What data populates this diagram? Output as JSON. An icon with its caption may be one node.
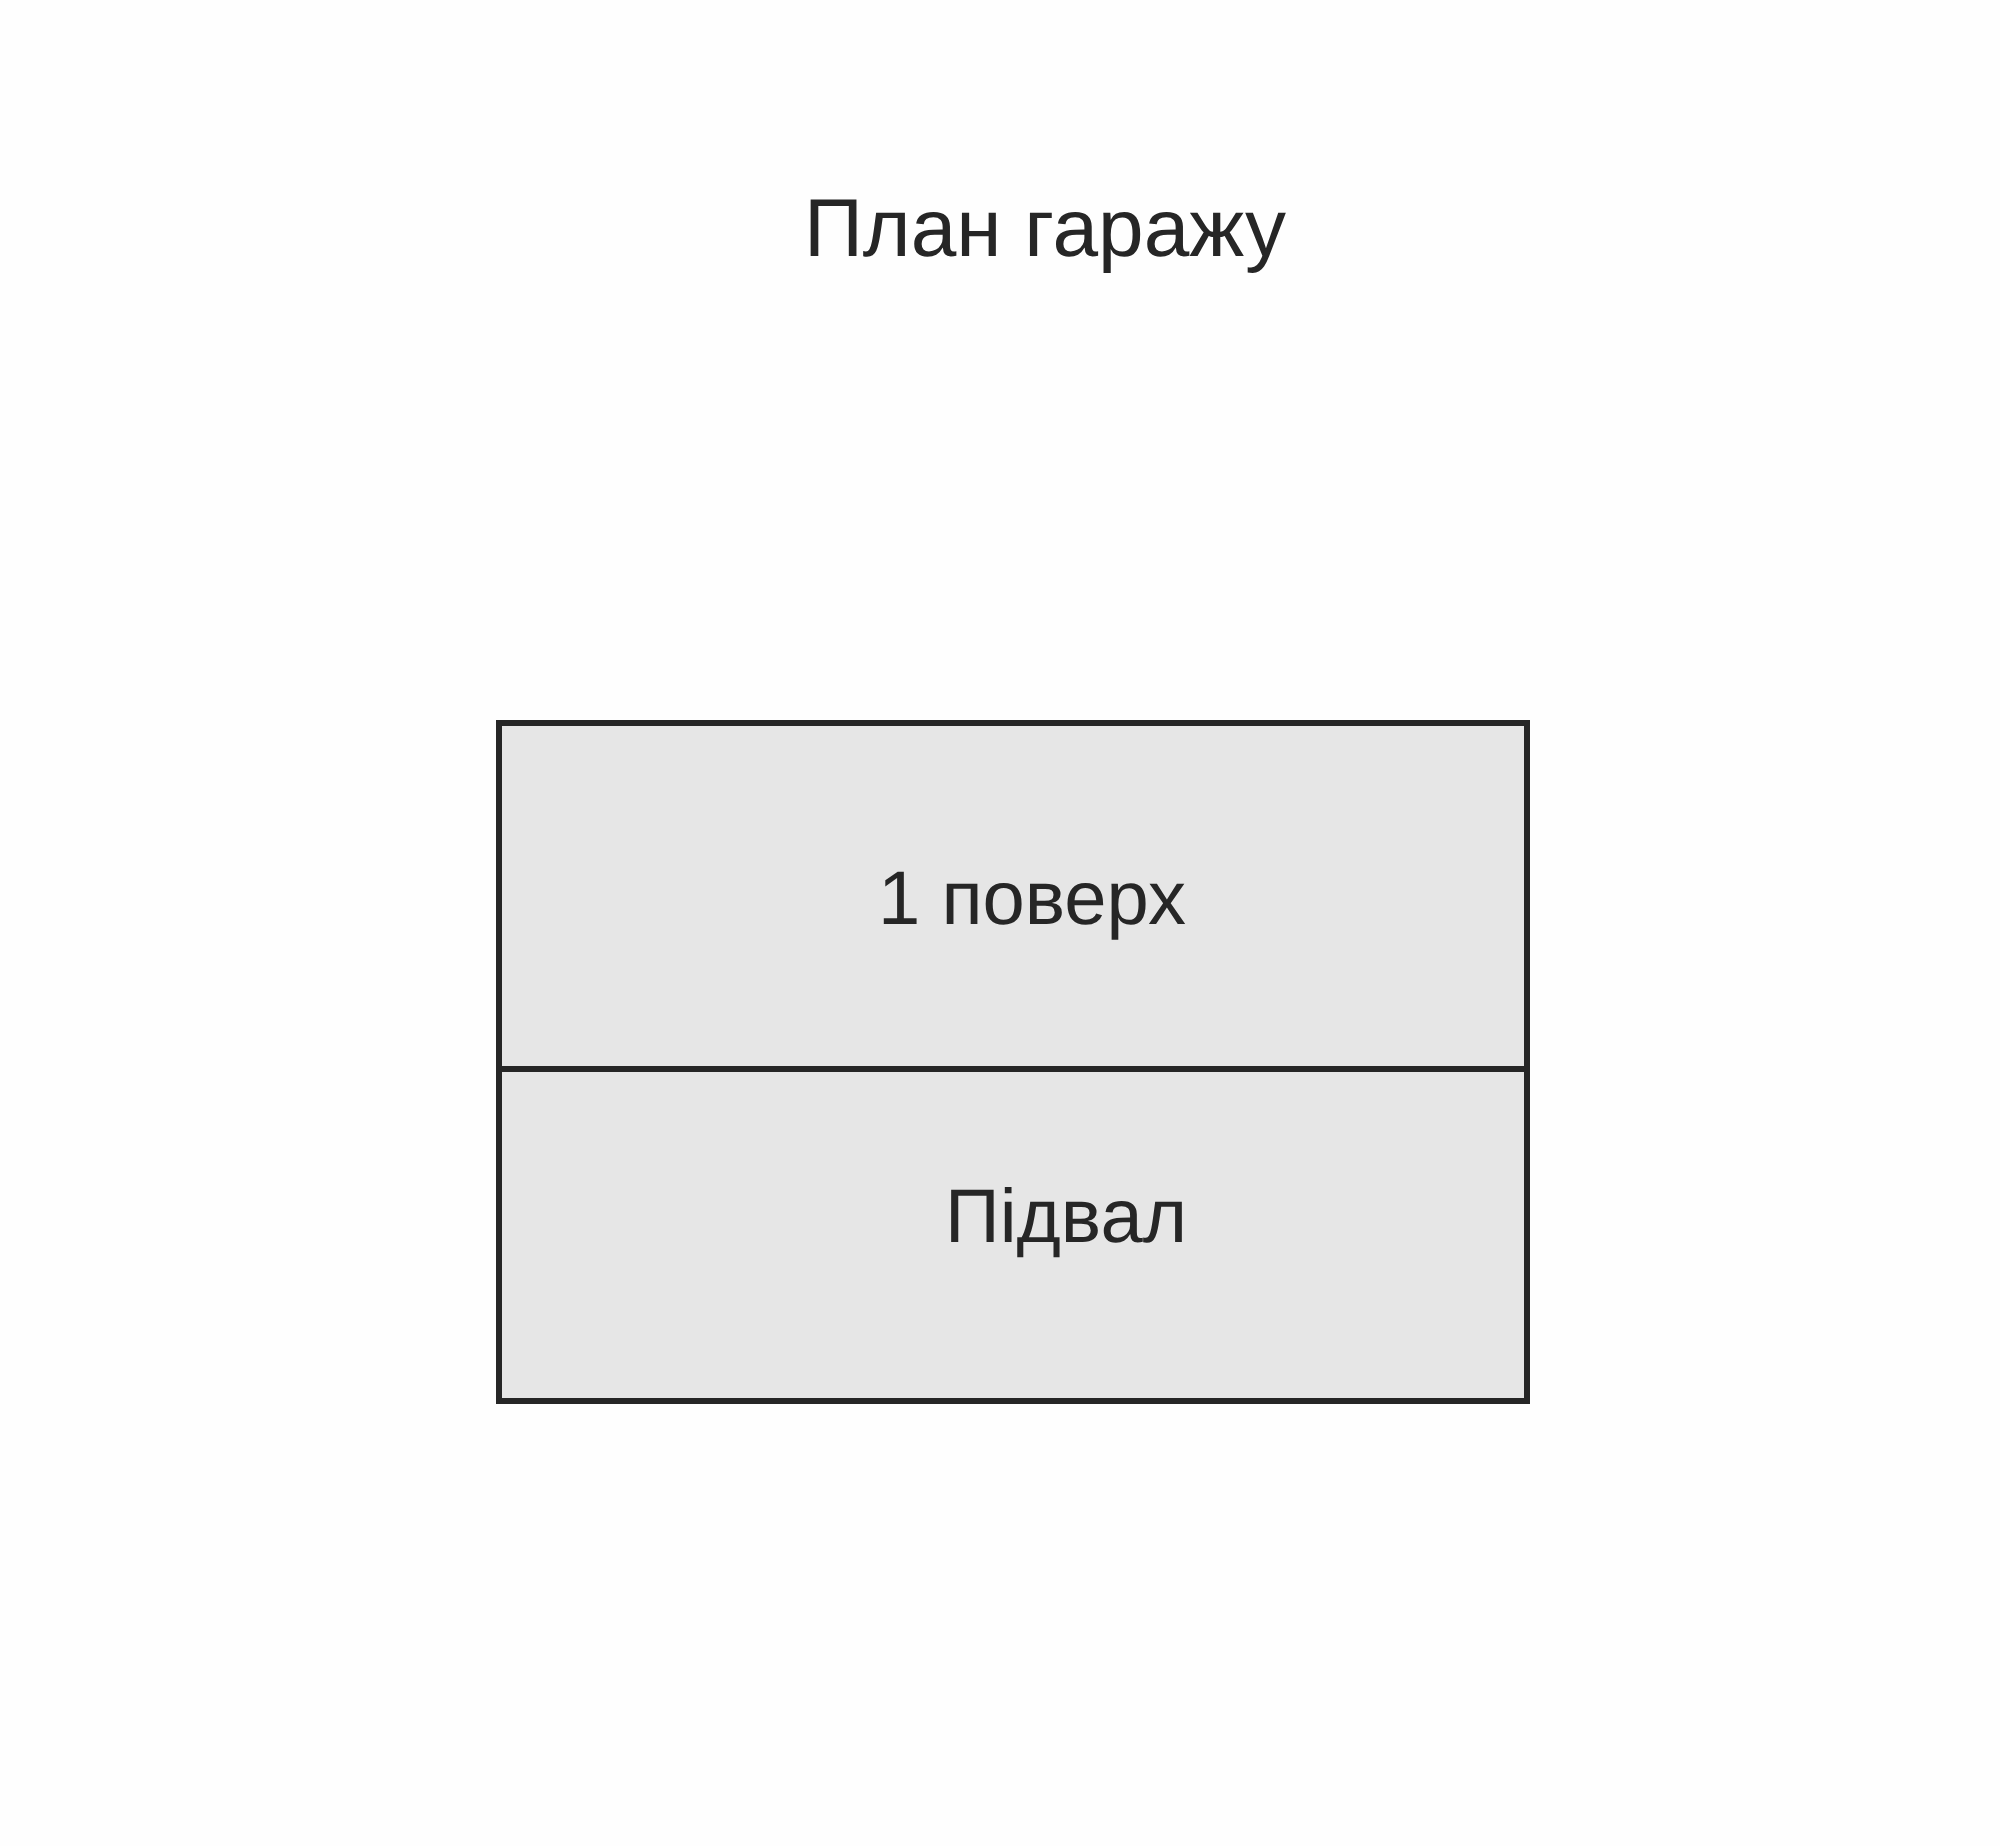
{
  "diagram": {
    "title": "План гаражу",
    "nodes": [
      {
        "text": [
          "1 поверх"
        ]
      },
      {
        "text": [
          "Підвал"
        ]
      }
    ]
  }
}
